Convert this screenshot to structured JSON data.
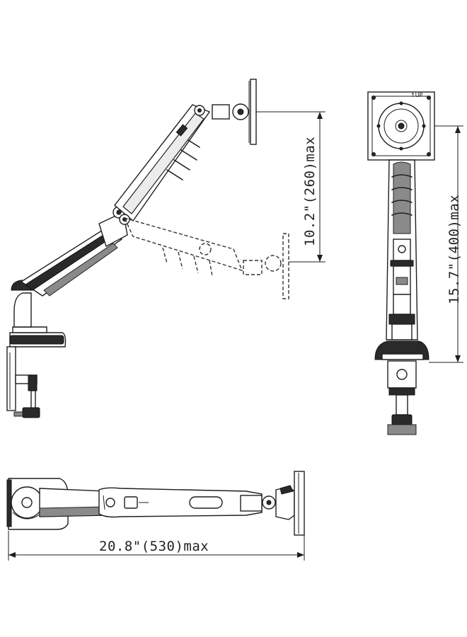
{
  "dimensions": {
    "tilt_height": "10.2\"(260)max",
    "total_height": "15.7\"(400)max",
    "reach": "20.8\"(530)max"
  },
  "labels": {
    "up_mark": "↑UP"
  },
  "colors": {
    "line": "#1e1e1e",
    "dark_part": "#2a2a2a",
    "mid_part": "#8a8a8a",
    "background": "#ffffff"
  }
}
